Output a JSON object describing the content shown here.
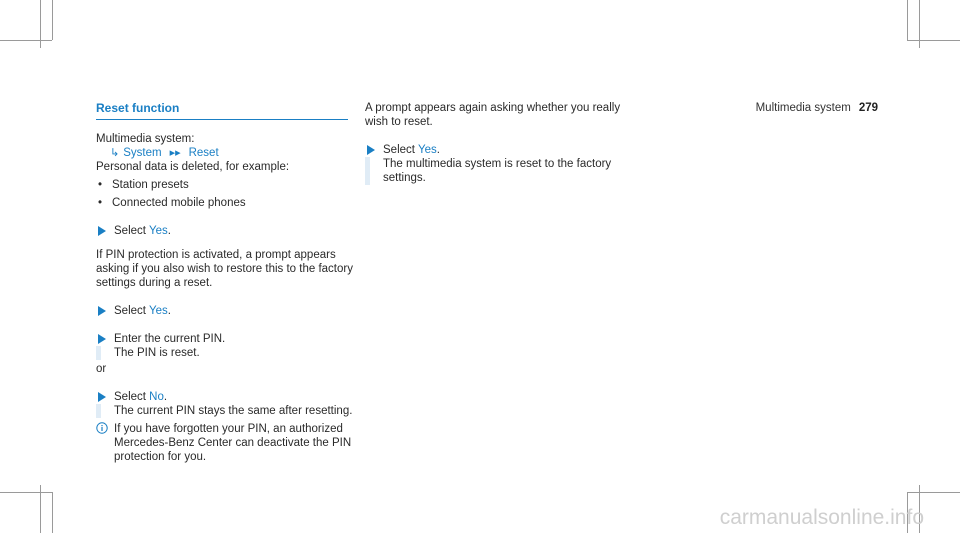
{
  "header": {
    "section": "Multimedia system",
    "page_number": "279"
  },
  "col1": {
    "title": "Reset function",
    "path_intro": "Multimedia system:",
    "path_1": "System",
    "path_2": "Reset",
    "desc": "Personal data is deleted, for example:",
    "bullets": [
      "Station presets",
      "Connected mobile phones"
    ],
    "step1_pre": "Select ",
    "step1_opt": "Yes",
    "step1_post": ".",
    "pin_para": "If PIN protection is activated, a prompt appears asking if you also wish to restore this to the factory settings during a reset.",
    "step2_pre": "Select ",
    "step2_opt": "Yes",
    "step2_post": ".",
    "step3_line1": "Enter the current PIN.",
    "step3_line2": "The PIN is reset.",
    "or": "or",
    "step4_pre": "Select ",
    "step4_opt": "No",
    "step4_post": ".",
    "step4_line2": "The current PIN stays the same after resetting.",
    "note": "If you have forgotten your PIN, an authorized Mercedes-Benz Center can deactivate the PIN protection for you."
  },
  "col2": {
    "para": "A prompt appears again asking whether you really wish to reset.",
    "step_pre": "Select ",
    "step_opt": "Yes",
    "step_post": ".",
    "step_line2": "The multimedia system is reset to the factory settings."
  },
  "watermark": "carmanualsonline.info",
  "colors": {
    "accent": "#1a7fc4",
    "step_strip": "#e0ecf6"
  },
  "icons": {
    "menu_arrow": "menu-arrow-icon",
    "double_arrow": "double-chevron-icon",
    "step": "step-triangle-icon",
    "info": "info-icon"
  }
}
